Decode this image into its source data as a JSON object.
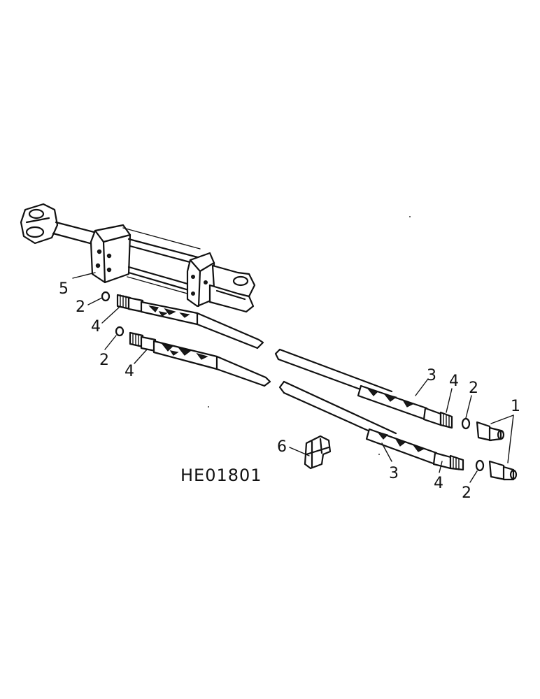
{
  "figure_code": "HE01801",
  "callouts": {
    "c5": "5",
    "c2a": "2",
    "c4a": "4",
    "c2b": "2",
    "c4b": "4",
    "c3a": "3",
    "c4c": "4",
    "c2c": "2",
    "c1": "1",
    "c6": "6",
    "c3b": "3",
    "c4d": "4",
    "c2d": "2"
  },
  "parts": {
    "p1": "fitting-elbow-icon",
    "p2": "o-ring-icon",
    "p3": "hydraulic-hose-icon",
    "p4": "hose-end-fitting-icon",
    "p5": "hydraulic-cylinder-icon",
    "p6": "hose-clamp-icon"
  }
}
